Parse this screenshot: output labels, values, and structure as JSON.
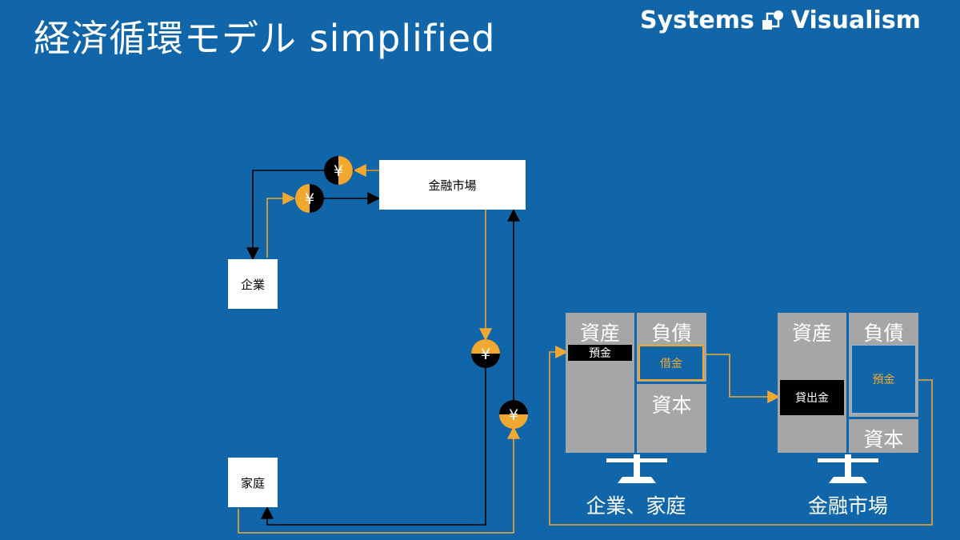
{
  "header": {
    "title": "経済循環モデル simplified",
    "brand_left": "Systems",
    "brand_right": "Visualism"
  },
  "nodes": {
    "financial_market": "金融市場",
    "company": "企業",
    "household": "家庭"
  },
  "balance_sheets": {
    "company_household": {
      "assets": "資産",
      "liabilities": "負債",
      "capital": "資本",
      "deposit": "預金",
      "loan": "借金",
      "caption": "企業、家庭"
    },
    "financial_market": {
      "assets": "資産",
      "liabilities": "負債",
      "capital": "資本",
      "lending": "貸出金",
      "deposit": "預金",
      "caption": "金融市場"
    }
  },
  "symbols": {
    "yen": "¥"
  },
  "colors": {
    "background": "#1066a8",
    "accent": "#f0a830",
    "black": "#000000",
    "gray": "#a6a6a6",
    "white": "#ffffff"
  }
}
